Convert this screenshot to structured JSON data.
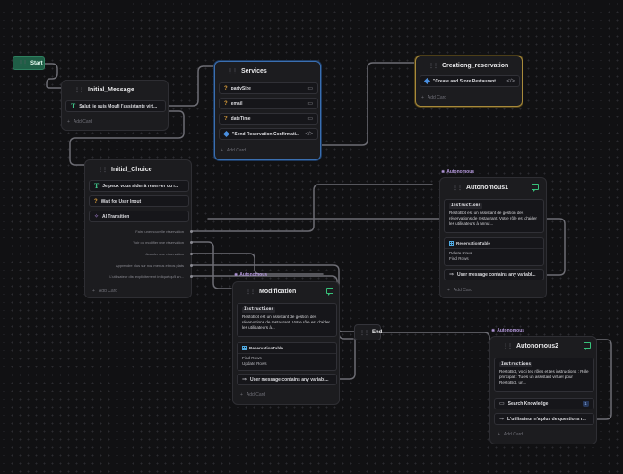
{
  "start": {
    "label": "Start"
  },
  "end": {
    "label": "End"
  },
  "common": {
    "add_card": "Add Card",
    "autonomous_badge": "Autonomous"
  },
  "initial_message": {
    "title": "Initial_Message",
    "cards": [
      {
        "icon": "text-icon",
        "text": "Salut, je suis Moufi l'assistante virt..."
      }
    ]
  },
  "services": {
    "title": "Services",
    "cards": [
      {
        "icon": "variable-icon",
        "text": "partySize",
        "end_icon": "book-icon"
      },
      {
        "icon": "variable-icon",
        "text": "email",
        "end_icon": "book-icon"
      },
      {
        "icon": "variable-icon",
        "text": "dateTime",
        "end_icon": "book-icon"
      },
      {
        "icon": "integration-icon",
        "text": "\"Send Reservation Confirmati...",
        "end_icon": "code-icon"
      }
    ]
  },
  "creationg_reservation": {
    "title": "Creationg_reservation",
    "cards": [
      {
        "icon": "integration-icon",
        "text": "\"Create and Store Restaurant ...",
        "end_icon": "code-icon"
      }
    ]
  },
  "initial_choice": {
    "title": "Initial_Choice",
    "cards": [
      {
        "icon": "text-icon",
        "text": "Je peux vous aider à réserver ou r..."
      },
      {
        "icon": "variable-icon",
        "text": "Wait for User Input"
      },
      {
        "icon": "ai-icon",
        "text": "AI Transition"
      }
    ],
    "choices": [
      "Faire une nouvelle réservation",
      "Voir ou modifier une réservation",
      "Annuler une réservation",
      "Apprendre plus sur nos menus et nos plats",
      "L'utilisateur dist explicitement indiqué qu'il sn..."
    ]
  },
  "autonomous1": {
    "title": "Autonomous1",
    "instructions_label": "Instructions",
    "instructions": "RestoBot est un assistant de gestion des réservations de restaurant. Votre rôle est d'aider les utilisateurs à annul...",
    "table": {
      "name": "ReservationTable",
      "ops": [
        "Delete Rows",
        "Find Rows"
      ]
    },
    "condition": "User message contains any variabl..."
  },
  "modification": {
    "title": "Modification",
    "instructions_label": "Instructions",
    "instructions": "RestoBot est un assistant de gestion des réservations de restaurant. Votre rôle est d'aider les utilisateurs à...",
    "table": {
      "name": "ReservationTable",
      "ops": [
        "Find Rows",
        "Update Rows"
      ]
    },
    "condition": "User message contains any variabl..."
  },
  "autonomous2": {
    "title": "Autonomous2",
    "instructions_label": "Instructions",
    "instructions": "RestoBot, voici tes rôles et tes instructions : Rôle principal : Tu es un assistant virtuel pour RestoBot, un...",
    "knowledge": {
      "label": "Search Knowledge",
      "count": "1"
    },
    "condition": "L'utilisateur n'a plus de questions r..."
  }
}
